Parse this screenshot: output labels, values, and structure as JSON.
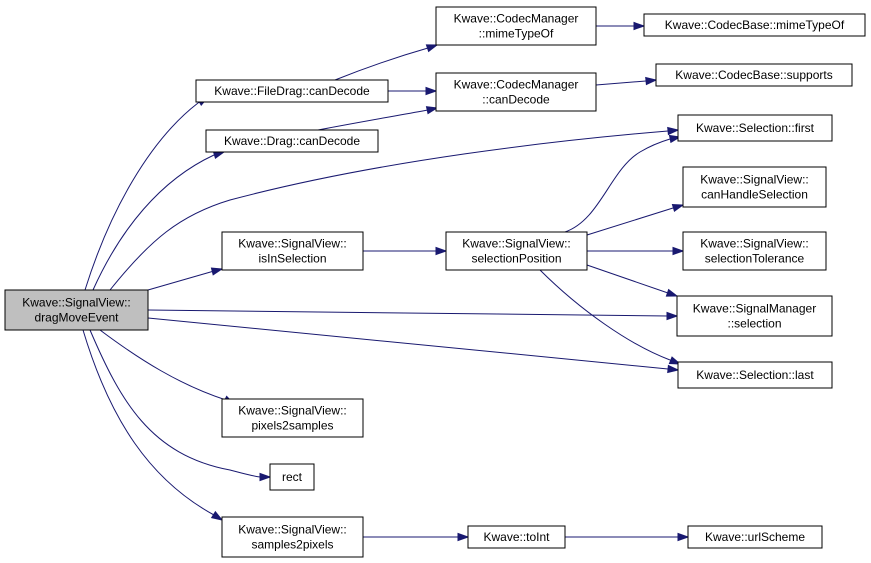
{
  "nodes": [
    {
      "id": "root",
      "lines": [
        "Kwave::SignalView::",
        "dragMoveEvent"
      ],
      "root": true
    },
    {
      "id": "filedrag",
      "lines": [
        "Kwave::FileDrag::canDecode"
      ]
    },
    {
      "id": "drag",
      "lines": [
        "Kwave::Drag::canDecode"
      ]
    },
    {
      "id": "cm_mime",
      "lines": [
        "Kwave::CodecManager",
        "::mimeTypeOf"
      ]
    },
    {
      "id": "cm_decode",
      "lines": [
        "Kwave::CodecManager",
        "::canDecode"
      ]
    },
    {
      "id": "cb_mime",
      "lines": [
        "Kwave::CodecBase::mimeTypeOf"
      ]
    },
    {
      "id": "cb_supports",
      "lines": [
        "Kwave::CodecBase::supports"
      ]
    },
    {
      "id": "sel_first",
      "lines": [
        "Kwave::Selection::first"
      ]
    },
    {
      "id": "isinsel",
      "lines": [
        "Kwave::SignalView::",
        "isInSelection"
      ]
    },
    {
      "id": "selpos",
      "lines": [
        "Kwave::SignalView::",
        "selectionPosition"
      ]
    },
    {
      "id": "canhandle",
      "lines": [
        "Kwave::SignalView::",
        "canHandleSelection"
      ]
    },
    {
      "id": "seltol",
      "lines": [
        "Kwave::SignalView::",
        "selectionTolerance"
      ]
    },
    {
      "id": "sigmgr",
      "lines": [
        "Kwave::SignalManager",
        "::selection"
      ]
    },
    {
      "id": "sel_last",
      "lines": [
        "Kwave::Selection::last"
      ]
    },
    {
      "id": "p2s",
      "lines": [
        "Kwave::SignalView::",
        "pixels2samples"
      ]
    },
    {
      "id": "rect",
      "lines": [
        "rect"
      ]
    },
    {
      "id": "s2p",
      "lines": [
        "Kwave::SignalView::",
        "samples2pixels"
      ]
    },
    {
      "id": "toint",
      "lines": [
        "Kwave::toInt"
      ]
    },
    {
      "id": "urlscheme",
      "lines": [
        "Kwave::urlScheme"
      ]
    }
  ],
  "edges": [
    {
      "from": "root",
      "to": "filedrag"
    },
    {
      "from": "root",
      "to": "drag"
    },
    {
      "from": "root",
      "to": "sel_first"
    },
    {
      "from": "root",
      "to": "isinsel"
    },
    {
      "from": "root",
      "to": "sigmgr"
    },
    {
      "from": "root",
      "to": "sel_last"
    },
    {
      "from": "root",
      "to": "p2s"
    },
    {
      "from": "root",
      "to": "rect"
    },
    {
      "from": "root",
      "to": "s2p"
    },
    {
      "from": "filedrag",
      "to": "cm_mime"
    },
    {
      "from": "filedrag",
      "to": "cm_decode"
    },
    {
      "from": "drag",
      "to": "cm_decode"
    },
    {
      "from": "cm_mime",
      "to": "cb_mime"
    },
    {
      "from": "cm_decode",
      "to": "cb_supports"
    },
    {
      "from": "isinsel",
      "to": "selpos"
    },
    {
      "from": "selpos",
      "to": "sel_first"
    },
    {
      "from": "selpos",
      "to": "canhandle"
    },
    {
      "from": "selpos",
      "to": "seltol"
    },
    {
      "from": "selpos",
      "to": "sigmgr"
    },
    {
      "from": "selpos",
      "to": "sel_last"
    },
    {
      "from": "s2p",
      "to": "toint"
    },
    {
      "from": "toint",
      "to": "urlscheme"
    }
  ],
  "colors": {
    "edge": "#191970",
    "root_fill": "#bfbfbf",
    "node_fill": "#ffffff",
    "node_border": "#000000"
  }
}
